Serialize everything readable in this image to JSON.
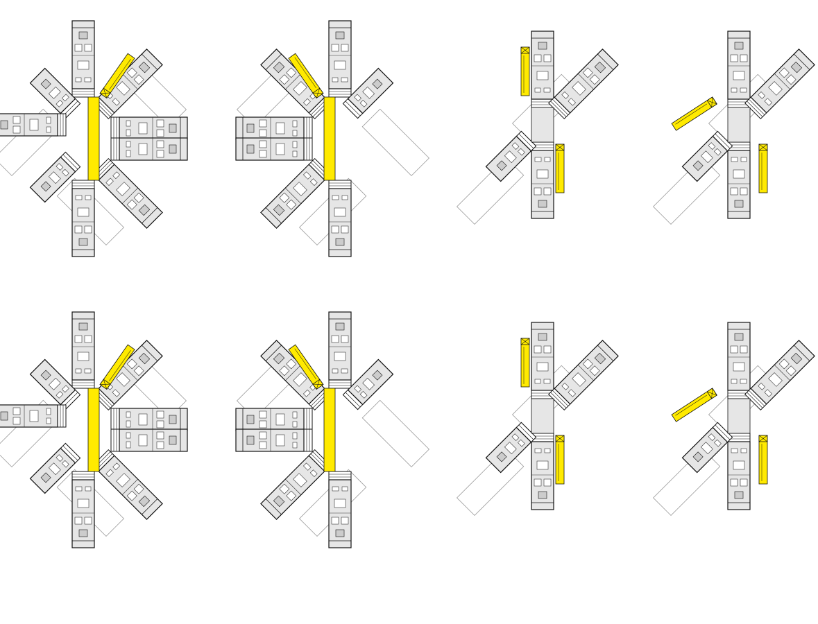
{
  "colors": {
    "background": "#ffffff",
    "line": "#111111",
    "floor_fill": "#e6e6e6",
    "core_yellow": "#ffea00",
    "ghost_line": "#9a9a9a"
  },
  "plans": [
    {
      "id": "plan-upper-1",
      "type": "star-cluster",
      "core": "vertical-with-diagonal"
    },
    {
      "id": "plan-upper-2",
      "type": "star-cluster",
      "core": "vertical-with-diagonal"
    },
    {
      "id": "plan-upper-3",
      "type": "three-wing",
      "core": "side-stairs"
    },
    {
      "id": "plan-upper-4",
      "type": "three-wing",
      "core": "side-stairs"
    },
    {
      "id": "plan-lower-1",
      "type": "star-cluster",
      "core": "vertical-with-diagonal"
    },
    {
      "id": "plan-lower-2",
      "type": "star-cluster",
      "core": "vertical-with-diagonal"
    },
    {
      "id": "plan-lower-3",
      "type": "three-wing",
      "core": "side-stairs"
    },
    {
      "id": "plan-lower-4",
      "type": "three-wing",
      "core": "side-stairs"
    }
  ]
}
